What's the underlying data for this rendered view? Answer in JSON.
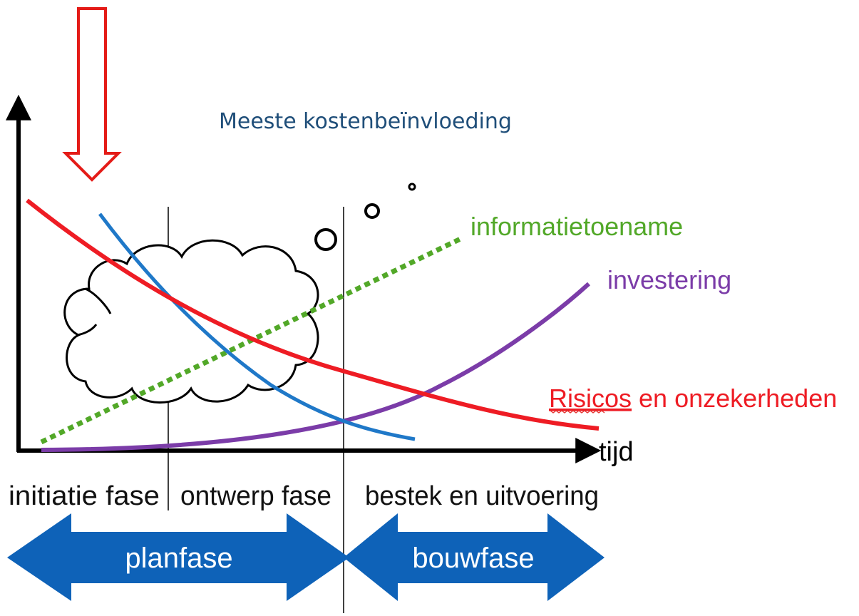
{
  "title": "Meeste kostenbeïnvloeding",
  "curves": {
    "informatie": "informatietoename",
    "investering": "investering",
    "risicos_word": "Risicos",
    "risicos_rest": " en onzekerheden"
  },
  "axis": {
    "x_label": "tijd"
  },
  "phases": [
    "initiatie fase",
    "ontwerp fase",
    "bestek en uitvoering"
  ],
  "bands": {
    "plan": "planfase",
    "bouw": "bouwfase"
  },
  "colors": {
    "red": "#ee1c24",
    "blue": "#1f78c8",
    "green": "#52a828",
    "purple": "#7b3ca8",
    "band": "#0e62b8",
    "title": "#1f4e79",
    "axis": "#000000"
  }
}
